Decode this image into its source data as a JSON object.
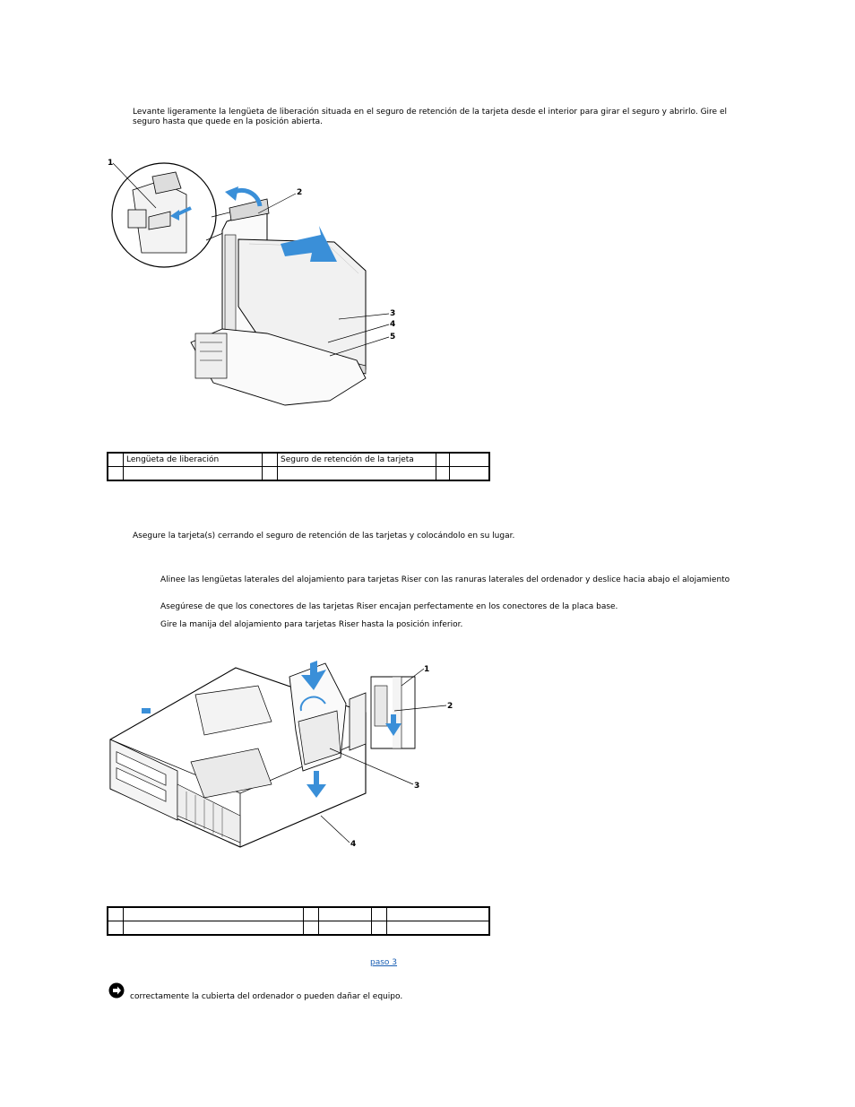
{
  "step_lift_tab": "Levante ligeramente la lengüeta de liberación situada en el seguro de retención de la tarjeta desde el interior para girar el seguro y abrirlo. Gire el seguro hasta que quede en la posición abierta.",
  "figure1": {
    "callouts": [
      "1",
      "2",
      "3",
      "4",
      "5"
    ]
  },
  "legend1": {
    "row1": [
      "",
      "Lengüeta de liberación",
      "",
      "Seguro de retención de la tarjeta",
      "",
      ""
    ],
    "row2": [
      "",
      "",
      "",
      "",
      "",
      ""
    ]
  },
  "step_secure_card": "Asegure la tarjeta(s) cerrando el seguro de retención de las tarjetas y colocándolo en su lugar.",
  "step_align": "Alinee las lengüetas laterales del alojamiento para tarjetas Riser con las ranuras laterales del ordenador y deslice hacia abajo el alojamiento",
  "step_connectors": "Asegúrese de que los conectores de las tarjetas Riser encajan perfectamente en los conectores de la placa base.",
  "step_handle": "Gire la manija del alojamiento para tarjetas Riser hasta la posición inferior.",
  "figure2": {
    "callouts": [
      "1",
      "2",
      "3",
      "4"
    ]
  },
  "legend2": {
    "row1": [
      "",
      "",
      "",
      "",
      "",
      ""
    ],
    "row2": [
      "",
      "",
      "",
      "",
      "",
      ""
    ]
  },
  "link_step3": "paso 3",
  "notice_text": "correctamente la cubierta del ordenador o pueden dañar el equipo.",
  "colors": {
    "arrow_blue": "#3a8fd8",
    "link": "#1a5fb4"
  }
}
